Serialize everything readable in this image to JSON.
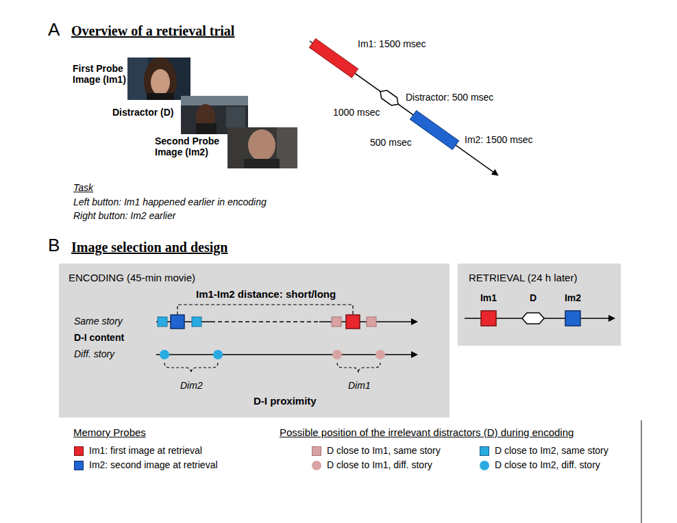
{
  "diagram": {
    "nodes": [
      {
        "text": [
          "ENCODING (45-min movie)",
          "Im1-Im2 distance: short/long",
          "Same story",
          "D-I content",
          "Diff. story",
          "Dim2",
          "D-I proximity",
          "Dim1"
        ]
      },
      {
        "text": [
          "RETRIEVAL (24 h later)",
          "Im1",
          "D",
          "Im2"
        ]
      }
    ],
    "labels": [
      "A",
      "Overview of a retrieval trial",
      "First Probe Image (Im1)",
      "Distractor (D)",
      "Second Probe Image (Im2)",
      "Im1: 1500 msec",
      "1000 msec",
      "Distractor: 500 msec",
      "500 msec",
      "Im2: 1500 msec",
      "Task",
      "Left button: Im1 happened earlier in encoding",
      "Right button: Im2 earlier",
      "B",
      "Image selection and design",
      "Memory Probes",
      "Possible position of the irrelevant distractors (D) during encoding"
    ],
    "legend": [
      {
        "text": "Im1: first image at retrieval",
        "color": "#e8262b"
      },
      {
        "text": "Im2: second image at retrieval",
        "color": "#1f64d0"
      },
      {
        "text": "D close to Im1, same story",
        "color": "#d9a3a3"
      },
      {
        "text": "D close to Im2, same story",
        "color": "#29abe2"
      },
      {
        "text": "D close to Im1, diff. story",
        "color": "#d9a3a3"
      },
      {
        "text": "D close to Im2, diff. story",
        "color": "#29abe2"
      }
    ]
  }
}
